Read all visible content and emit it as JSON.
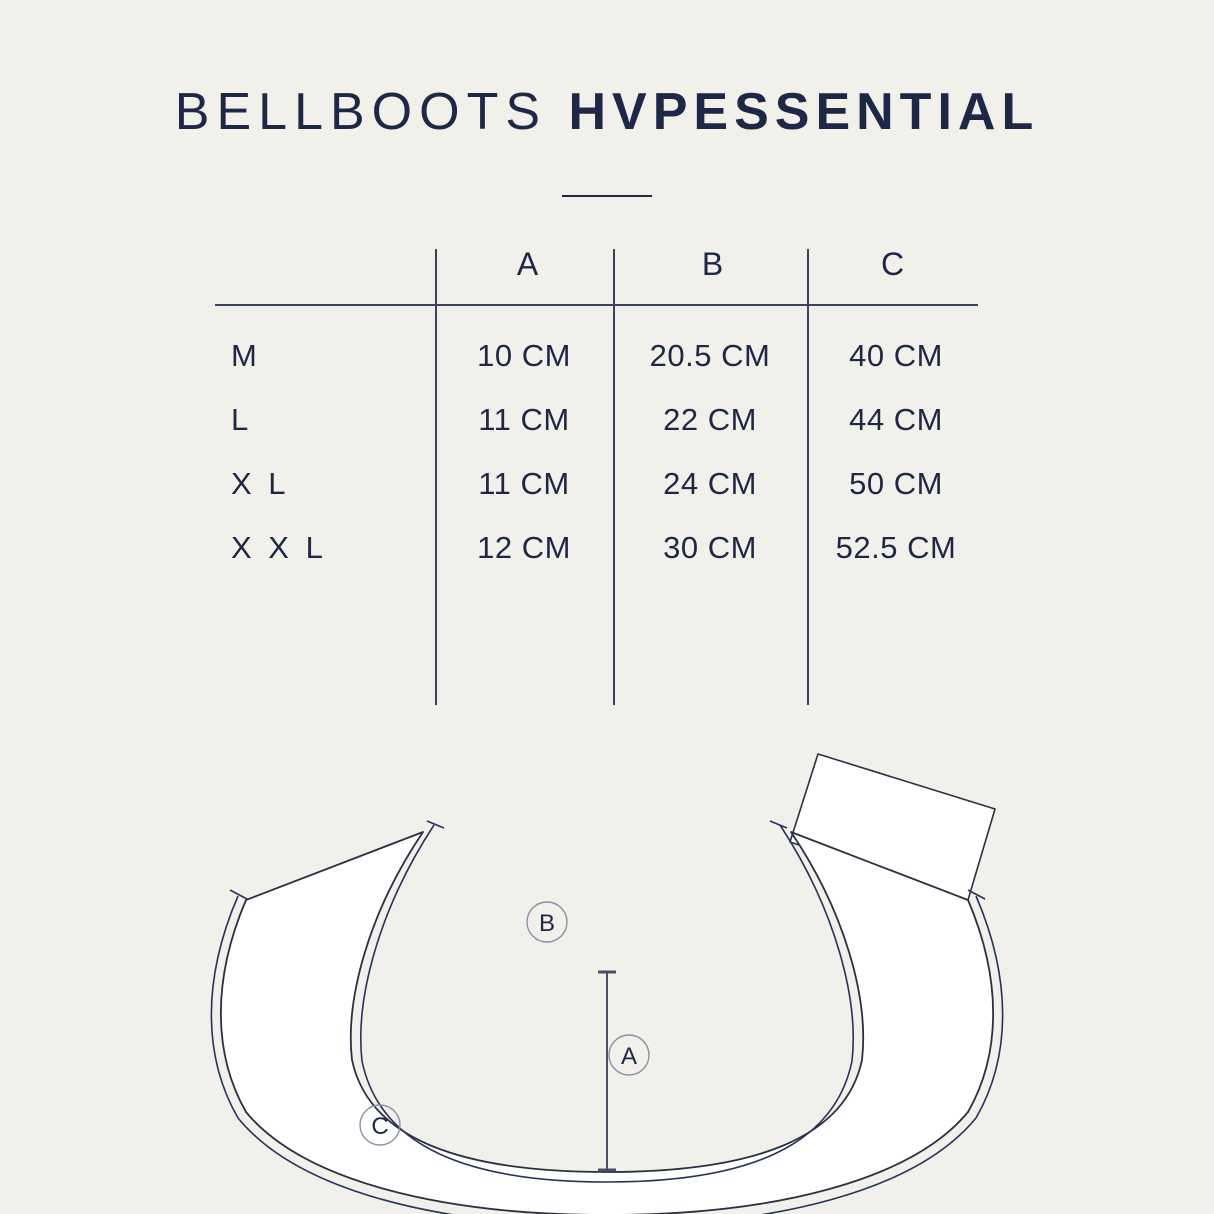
{
  "page": {
    "background_color": "#f2f0ea",
    "ink_color": "#1e2745",
    "shape_fill_color": "#ffffff"
  },
  "title": {
    "light_part": "BELLBOOTS",
    "bold_part": "HVPESSENTIAL",
    "divider": "short-rule"
  },
  "table": {
    "size_column_header": "",
    "headers": [
      "A",
      "B",
      "C"
    ],
    "rows": [
      {
        "size": "M",
        "a": "10 CM",
        "b": "20.5 CM",
        "c": "40 CM"
      },
      {
        "size": "L",
        "a": "11 CM",
        "b": "22 CM",
        "c": "44 CM"
      },
      {
        "size": "X L",
        "a": "11 CM",
        "b": "24 CM",
        "c": "50 CM"
      },
      {
        "size": "X X L",
        "a": "12 CM",
        "b": "30 CM",
        "c": "52.5 CM"
      }
    ]
  },
  "diagram": {
    "description": "bell boot flat pattern outline",
    "labels": {
      "a": "A",
      "b": "B",
      "c": "C"
    },
    "measurement_meanings": {
      "a": "height between inner curve and outer curve",
      "b": "inner curve length",
      "c": "outer curve length"
    }
  }
}
